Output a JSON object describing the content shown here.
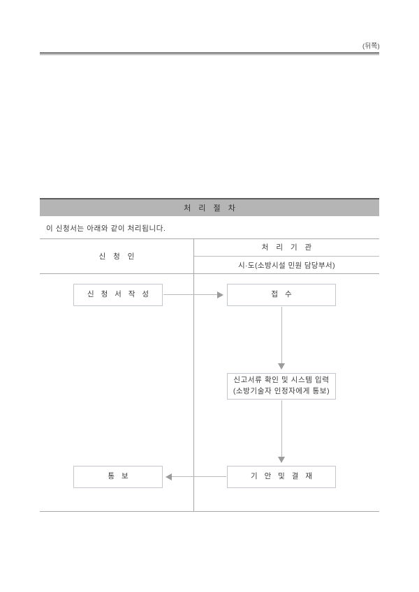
{
  "document": {
    "page_marker": "(뒤쪽)",
    "section_title": "처 리 절 차",
    "intro_text": "이 신청서는 아래와 같이 처리됩니다."
  },
  "table": {
    "headers": {
      "applicant": "신 청 인",
      "agency": "처 리 기 관",
      "agency_sub": "시·도(소방시설 민원 담당부서)"
    }
  },
  "flow": {
    "boxes": [
      {
        "id": "write",
        "label": "신 청 서  작 성",
        "label2": ""
      },
      {
        "id": "receive",
        "label": "접 수",
        "label2": ""
      },
      {
        "id": "check",
        "label": "신고서류 확인 및 시스템 입력",
        "label2": "(소방기술자 인정자에게 통보)"
      },
      {
        "id": "draft",
        "label": "통 보",
        "label2": ""
      },
      {
        "id": "approve",
        "label": "기 안 및  결 재",
        "label2": ""
      }
    ],
    "connectors": [
      {
        "id": "write-to-receive",
        "direction": "right"
      },
      {
        "id": "receive-to-check",
        "direction": "down"
      },
      {
        "id": "check-to-approve",
        "direction": "down"
      },
      {
        "id": "approve-to-draft",
        "direction": "left"
      }
    ]
  },
  "colors": {
    "title_bar_bg": "#b5b5b5",
    "rule_dark": "#6b6b6b",
    "frame_line": "#a8a8a8",
    "box_border": "#c3c7cf",
    "connector": "#b9b9b9",
    "arrow": "#9b9b9b",
    "text": "#3c3c3c"
  }
}
